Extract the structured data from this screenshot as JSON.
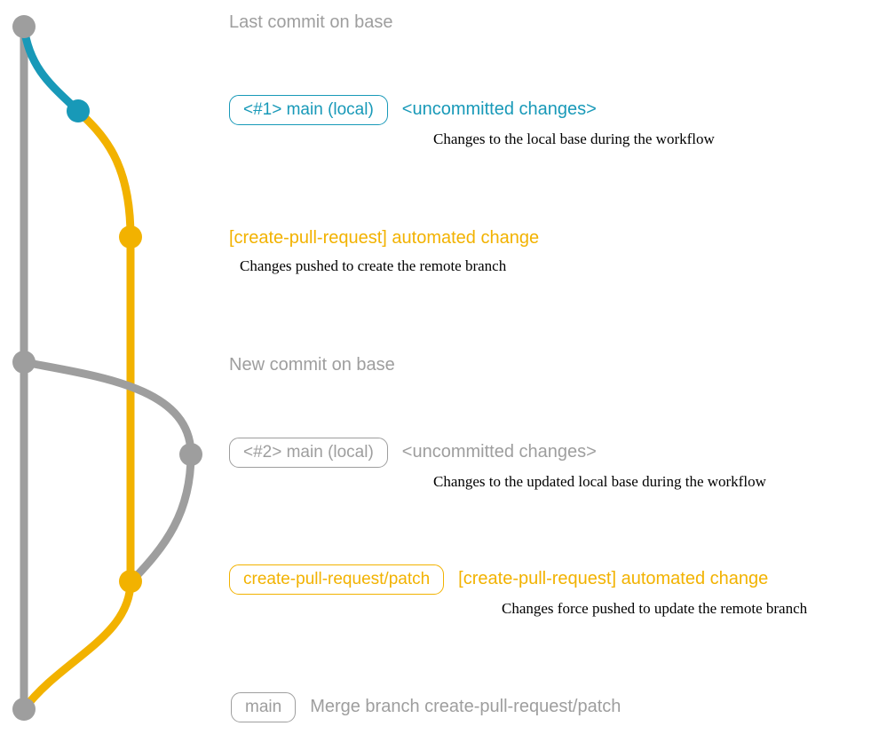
{
  "colors": {
    "base_gray": "#9e9e9e",
    "branch_blue": "#1899b8",
    "branch_yellow": "#f2b200",
    "description_text": "#000000"
  },
  "graph": {
    "nodes": [
      {
        "name": "base-top-commit",
        "color": "gray"
      },
      {
        "name": "main-local-1-commit",
        "color": "blue"
      },
      {
        "name": "create-pull-request-commit-1",
        "color": "yellow"
      },
      {
        "name": "base-new-commit",
        "color": "gray"
      },
      {
        "name": "main-local-2-commit",
        "color": "gray"
      },
      {
        "name": "create-pull-request-commit-2",
        "color": "yellow"
      },
      {
        "name": "merge-commit",
        "color": "gray"
      }
    ]
  },
  "rows": {
    "last_commit": {
      "label": "Last commit on base"
    },
    "main_local_1": {
      "badge": "<#1> main (local)",
      "title": "<uncommitted changes>",
      "desc": "Changes to the local base during the workflow"
    },
    "automated_change_1": {
      "title": "[create-pull-request] automated change",
      "desc": "Changes pushed to create the remote branch"
    },
    "new_commit": {
      "label": "New commit on base"
    },
    "main_local_2": {
      "badge": "<#2> main (local)",
      "title": "<uncommitted changes>",
      "desc": "Changes to the updated local base during the workflow"
    },
    "patch_branch": {
      "badge": "create-pull-request/patch",
      "title": "[create-pull-request] automated change",
      "desc": "Changes force pushed to update the remote branch"
    },
    "merge": {
      "badge": "main",
      "title": "Merge branch create-pull-request/patch"
    }
  }
}
